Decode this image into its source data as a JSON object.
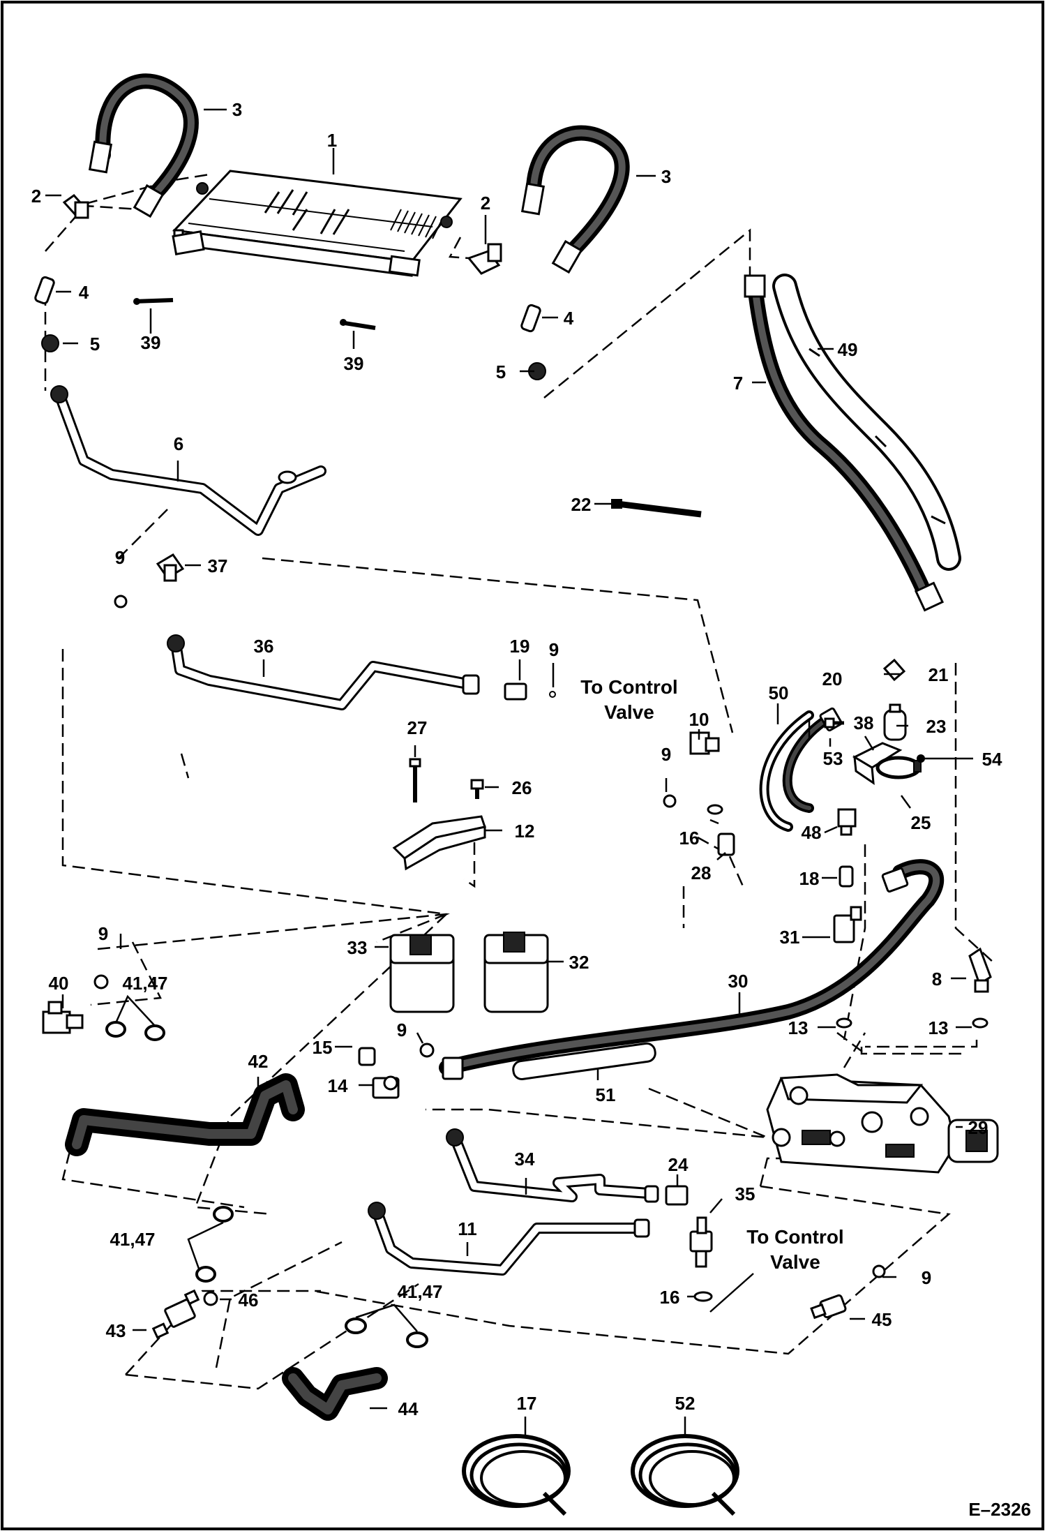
{
  "diagram": {
    "drawing_number": "E–2326",
    "notes": {
      "to_control_valve_upper": [
        "To Control",
        "Valve"
      ],
      "to_control_valve_lower": [
        "To Control",
        "Valve"
      ]
    },
    "callouts": [
      {
        "id": "c1",
        "text": "1"
      },
      {
        "id": "c2a",
        "text": "2"
      },
      {
        "id": "c2b",
        "text": "2"
      },
      {
        "id": "c3a",
        "text": "3"
      },
      {
        "id": "c3b",
        "text": "3"
      },
      {
        "id": "c4a",
        "text": "4"
      },
      {
        "id": "c4b",
        "text": "4"
      },
      {
        "id": "c5a",
        "text": "5"
      },
      {
        "id": "c5b",
        "text": "5"
      },
      {
        "id": "c6",
        "text": "6"
      },
      {
        "id": "c7",
        "text": "7"
      },
      {
        "id": "c8",
        "text": "8"
      },
      {
        "id": "c9a",
        "text": "9"
      },
      {
        "id": "c9b",
        "text": "9"
      },
      {
        "id": "c9c",
        "text": "9"
      },
      {
        "id": "c9d",
        "text": "9"
      },
      {
        "id": "c9e",
        "text": "9"
      },
      {
        "id": "c9f",
        "text": "9"
      },
      {
        "id": "c10",
        "text": "10"
      },
      {
        "id": "c11",
        "text": "11"
      },
      {
        "id": "c12",
        "text": "12"
      },
      {
        "id": "c13a",
        "text": "13"
      },
      {
        "id": "c13b",
        "text": "13"
      },
      {
        "id": "c14",
        "text": "14"
      },
      {
        "id": "c15",
        "text": "15"
      },
      {
        "id": "c16a",
        "text": "16"
      },
      {
        "id": "c16b",
        "text": "16"
      },
      {
        "id": "c17",
        "text": "17"
      },
      {
        "id": "c18",
        "text": "18"
      },
      {
        "id": "c19",
        "text": "19"
      },
      {
        "id": "c20",
        "text": "20"
      },
      {
        "id": "c21",
        "text": "21"
      },
      {
        "id": "c22",
        "text": "22"
      },
      {
        "id": "c23",
        "text": "23"
      },
      {
        "id": "c24",
        "text": "24"
      },
      {
        "id": "c25",
        "text": "25"
      },
      {
        "id": "c26",
        "text": "26"
      },
      {
        "id": "c27",
        "text": "27"
      },
      {
        "id": "c28",
        "text": "28"
      },
      {
        "id": "c29",
        "text": "29"
      },
      {
        "id": "c30",
        "text": "30"
      },
      {
        "id": "c31",
        "text": "31"
      },
      {
        "id": "c32",
        "text": "32"
      },
      {
        "id": "c33",
        "text": "33"
      },
      {
        "id": "c34",
        "text": "34"
      },
      {
        "id": "c35",
        "text": "35"
      },
      {
        "id": "c36",
        "text": "36"
      },
      {
        "id": "c37",
        "text": "37"
      },
      {
        "id": "c38",
        "text": "38"
      },
      {
        "id": "c39a",
        "text": "39"
      },
      {
        "id": "c39b",
        "text": "39"
      },
      {
        "id": "c40",
        "text": "40"
      },
      {
        "id": "c41a",
        "text": "41,47"
      },
      {
        "id": "c41b",
        "text": "41,47"
      },
      {
        "id": "c41c",
        "text": "41,47"
      },
      {
        "id": "c42",
        "text": "42"
      },
      {
        "id": "c43",
        "text": "43"
      },
      {
        "id": "c44",
        "text": "44"
      },
      {
        "id": "c45",
        "text": "45"
      },
      {
        "id": "c46",
        "text": "46"
      },
      {
        "id": "c48",
        "text": "48"
      },
      {
        "id": "c49",
        "text": "49"
      },
      {
        "id": "c50",
        "text": "50"
      },
      {
        "id": "c51",
        "text": "51"
      },
      {
        "id": "c52",
        "text": "52"
      },
      {
        "id": "c53",
        "text": "53"
      },
      {
        "id": "c54",
        "text": "54"
      }
    ]
  }
}
